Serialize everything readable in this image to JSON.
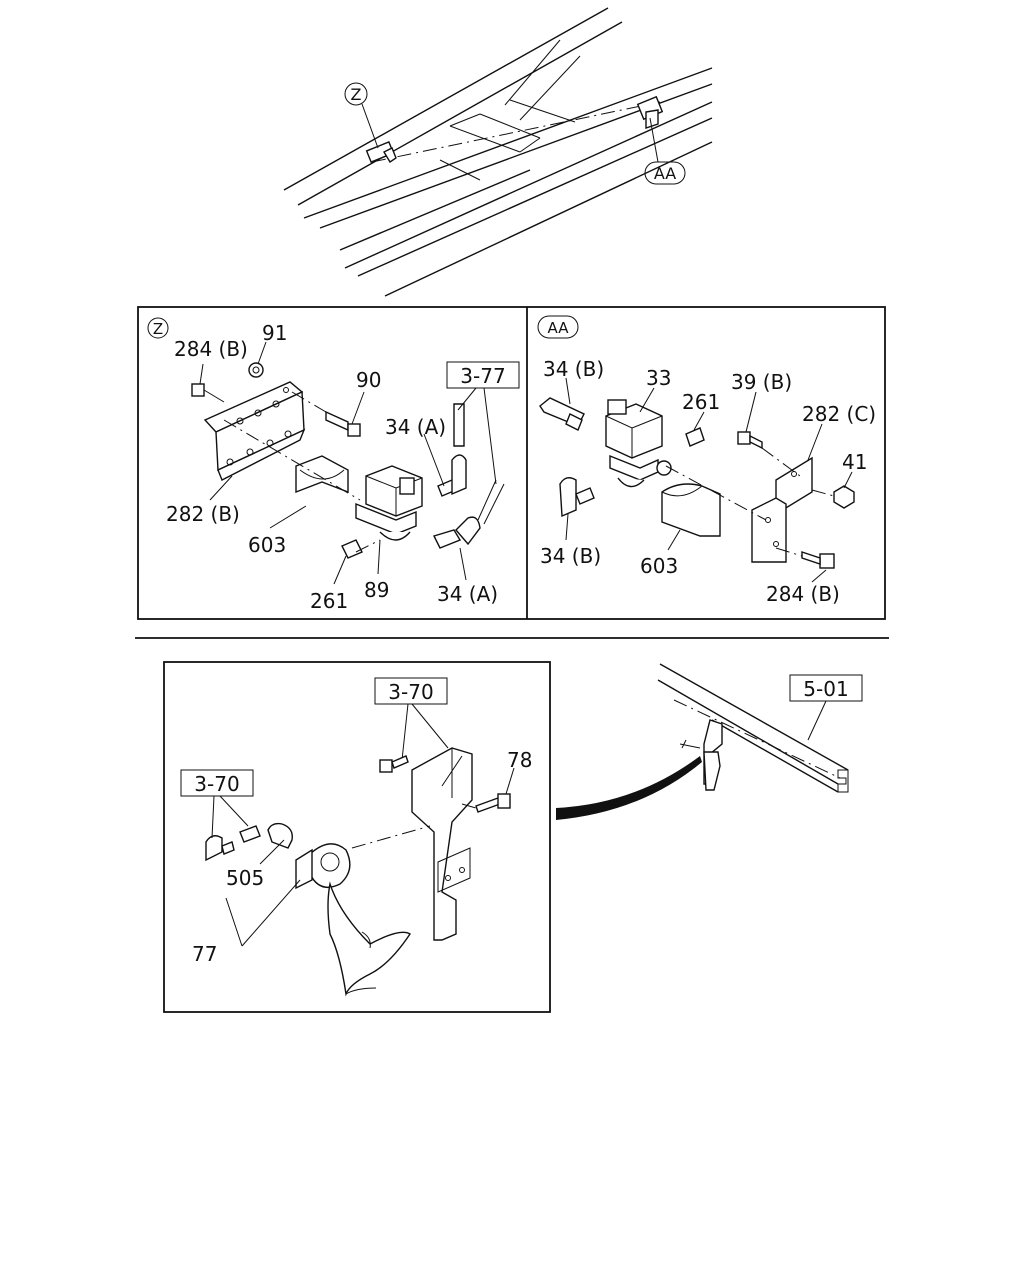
{
  "callouts": {
    "z": "Z",
    "aa": "AA"
  },
  "panel_z": {
    "marker": "Z",
    "ref_box": "3-77",
    "labels": {
      "l284b": "284 (B)",
      "l91": "91",
      "l90": "90",
      "l34a_top": "34 (A)",
      "l282b": "282 (B)",
      "l603": "603",
      "l261": "261",
      "l89": "89",
      "l34a_bottom": "34 (A)"
    }
  },
  "panel_aa": {
    "marker": "AA",
    "labels": {
      "l34b_top": "34 (B)",
      "l33": "33",
      "l261": "261",
      "l39b": "39 (B)",
      "l282c": "282 (C)",
      "l41": "41",
      "l34b_bottom": "34 (B)",
      "l603": "603",
      "l284b": "284 (B)"
    }
  },
  "horn_panel": {
    "ref_box_top": "3-70",
    "ref_box_left": "3-70",
    "labels": {
      "l78": "78",
      "l505": "505",
      "l77": "77"
    }
  },
  "frame_ref": "5-01"
}
